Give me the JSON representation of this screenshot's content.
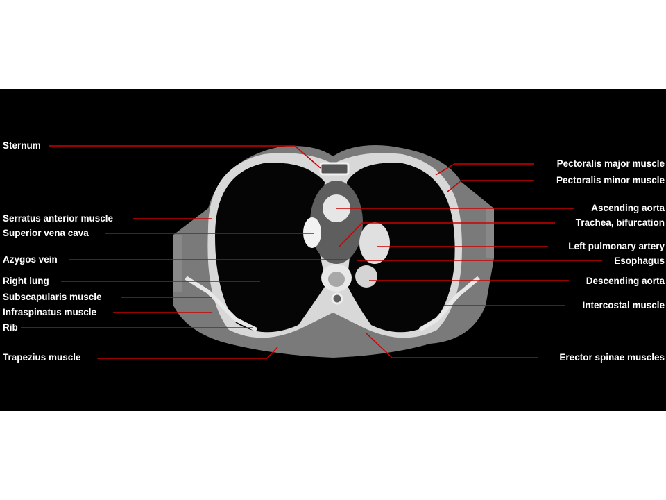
{
  "colors": {
    "background": "#000000",
    "leader_line": "#cc0000",
    "label": "#ffffff"
  },
  "labels_left": [
    {
      "id": "sternum",
      "text": "Sternum"
    },
    {
      "id": "serratus",
      "text": "Serratus anterior muscle"
    },
    {
      "id": "svc",
      "text": "Superior vena cava"
    },
    {
      "id": "azygos",
      "text": "Azygos vein"
    },
    {
      "id": "right-lung",
      "text": "Right lung"
    },
    {
      "id": "subscapularis",
      "text": "Subscapularis muscle"
    },
    {
      "id": "infraspinatus",
      "text": "Infraspinatus muscle"
    },
    {
      "id": "rib",
      "text": "Rib"
    },
    {
      "id": "trapezius",
      "text": "Trapezius muscle"
    }
  ],
  "labels_right": [
    {
      "id": "pec-major",
      "text": "Pectoralis major muscle"
    },
    {
      "id": "pec-minor",
      "text": "Pectoralis minor muscle"
    },
    {
      "id": "asc-aorta",
      "text": "Ascending aorta"
    },
    {
      "id": "trachea",
      "text": "Trachea, bifurcation"
    },
    {
      "id": "lpa",
      "text": "Left pulmonary artery"
    },
    {
      "id": "esophagus",
      "text": "Esophagus"
    },
    {
      "id": "desc-aorta",
      "text": "Descending aorta"
    },
    {
      "id": "intercostal",
      "text": "Intercostal muscle"
    },
    {
      "id": "erector",
      "text": "Erector spinae muscles"
    }
  ]
}
